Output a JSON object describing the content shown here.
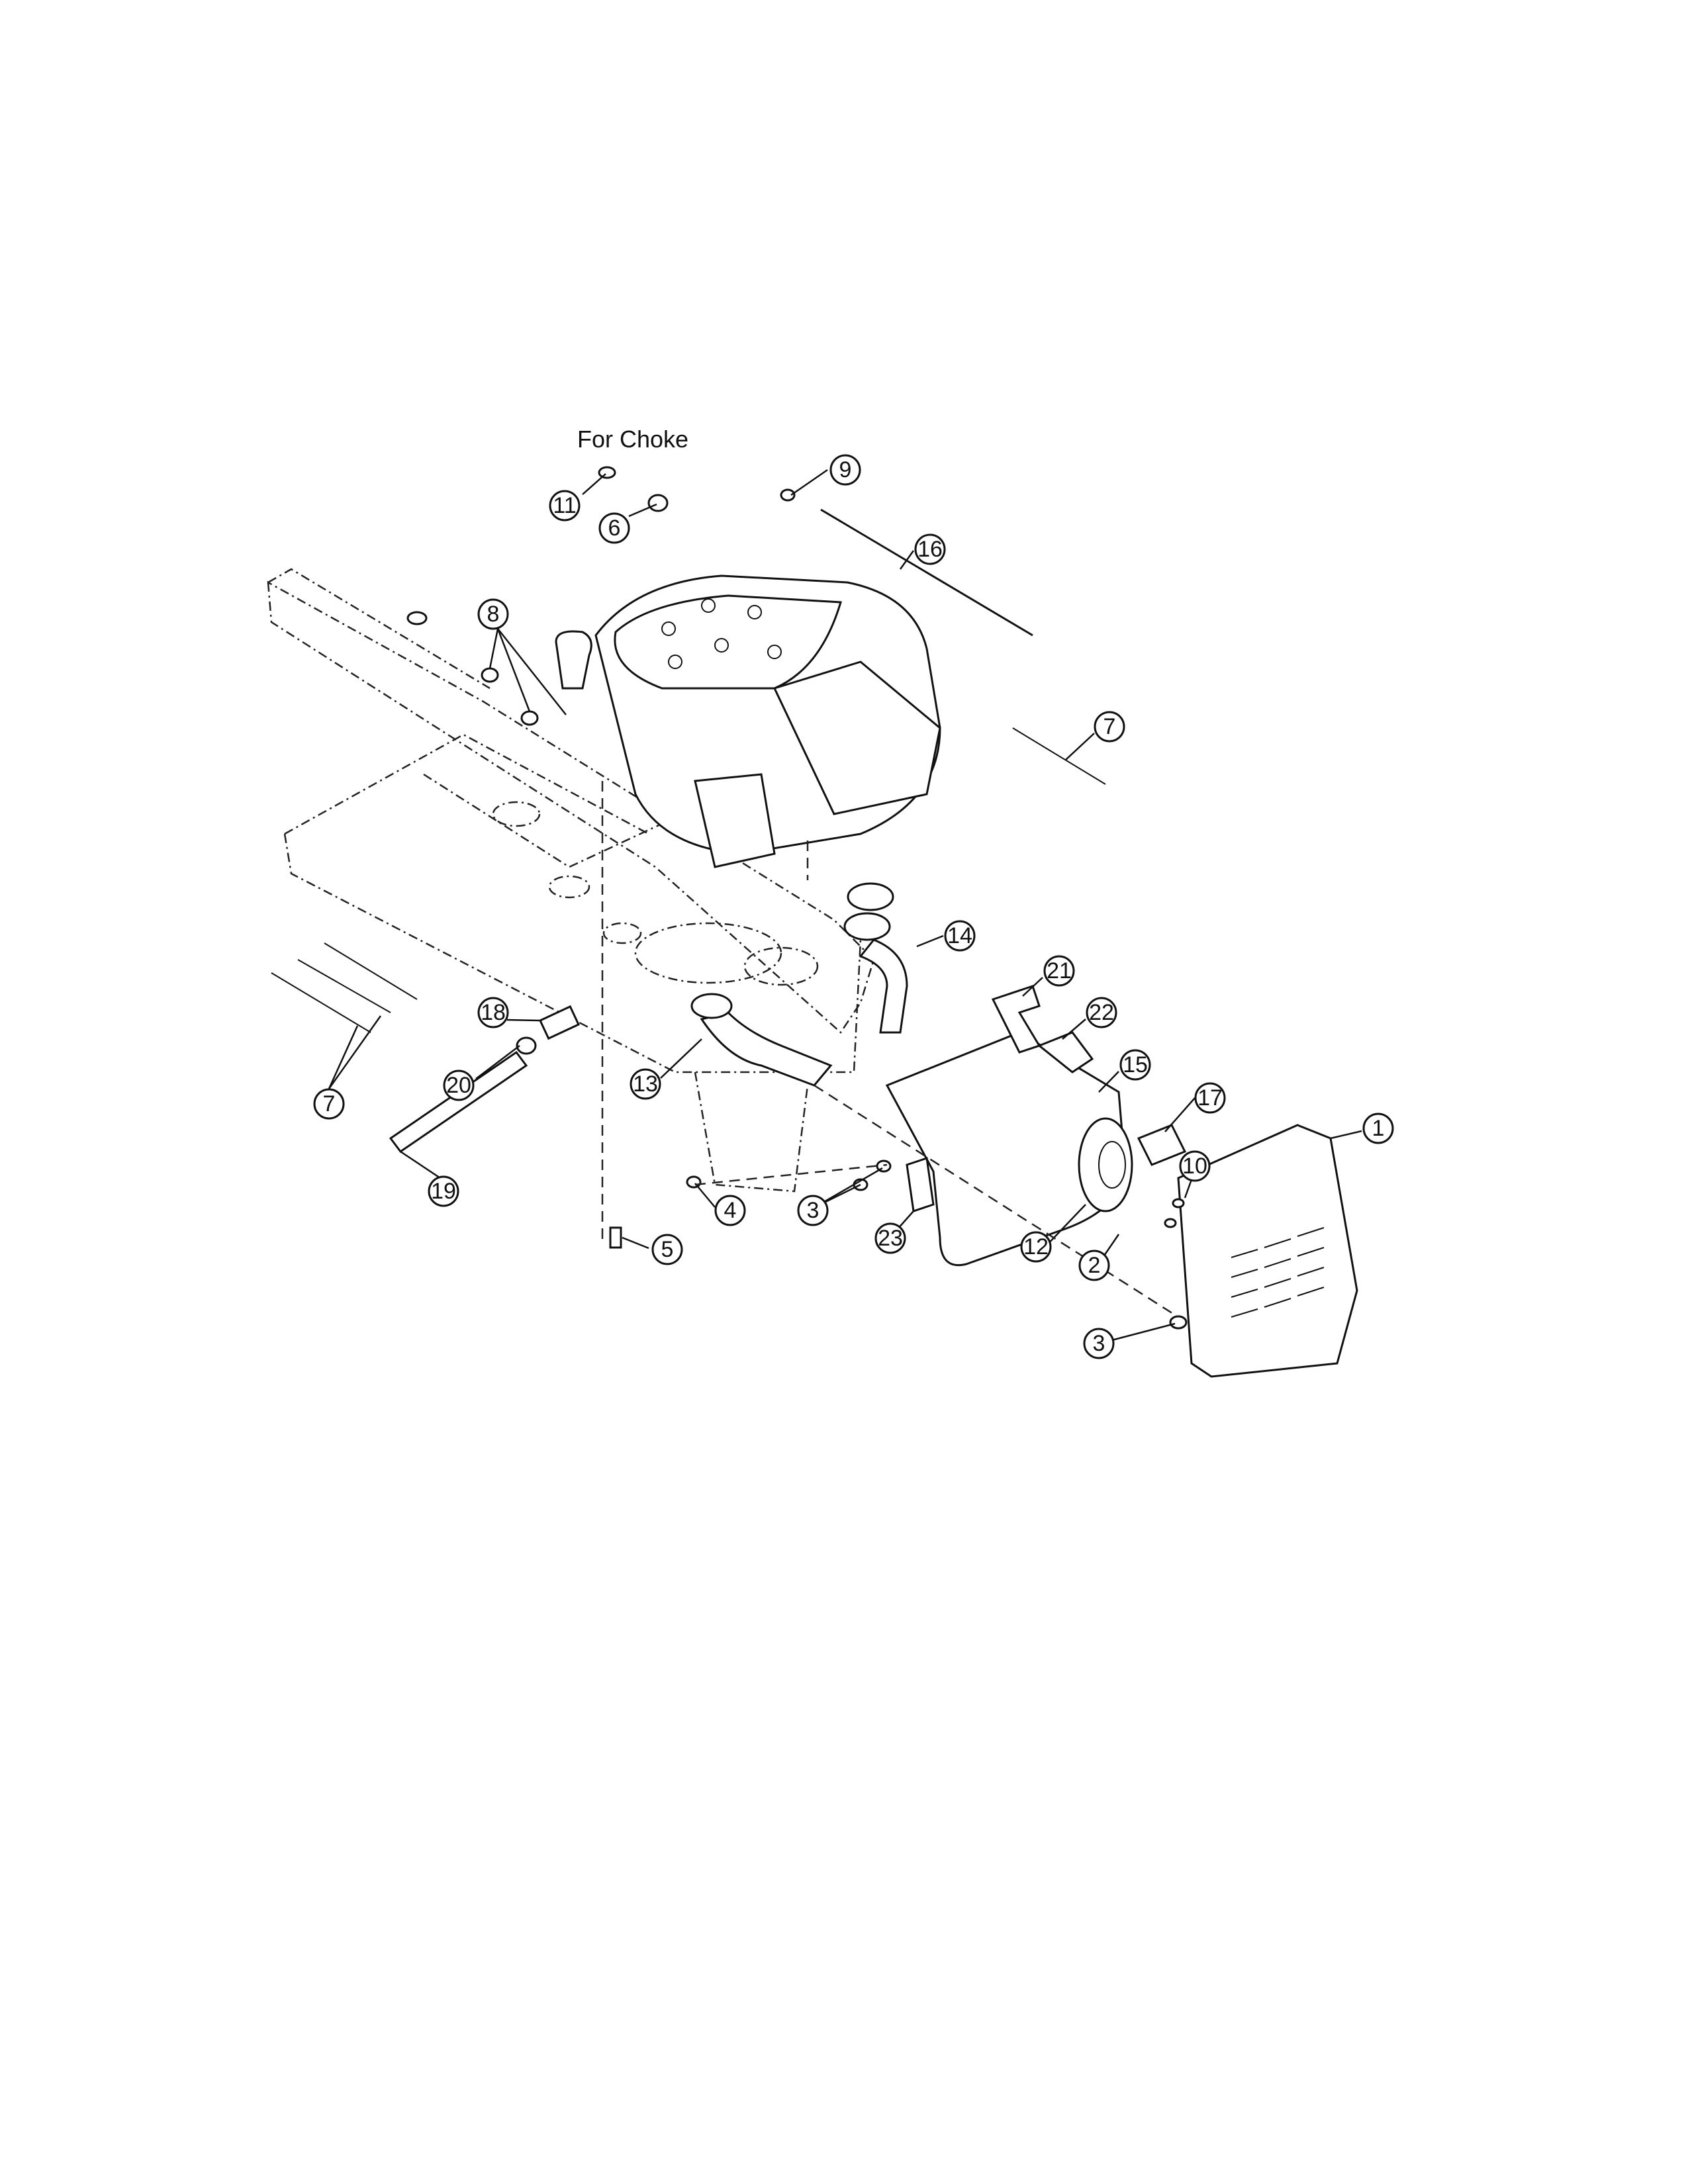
{
  "heading": "For Choke",
  "callouts": [
    {
      "id": "c11a",
      "label": "11"
    },
    {
      "id": "c6a",
      "label": "6"
    },
    {
      "id": "c9",
      "label": "9"
    },
    {
      "id": "c16",
      "label": "16"
    },
    {
      "id": "c8",
      "label": "8"
    },
    {
      "id": "c7a",
      "label": "7"
    },
    {
      "id": "c14",
      "label": "14"
    },
    {
      "id": "c21",
      "label": "21"
    },
    {
      "id": "c22",
      "label": "22"
    },
    {
      "id": "c18",
      "label": "18"
    },
    {
      "id": "c20",
      "label": "20"
    },
    {
      "id": "c7b",
      "label": "7"
    },
    {
      "id": "c13",
      "label": "13"
    },
    {
      "id": "c15",
      "label": "15"
    },
    {
      "id": "c17",
      "label": "17"
    },
    {
      "id": "c1",
      "label": "1"
    },
    {
      "id": "c10",
      "label": "10"
    },
    {
      "id": "c19",
      "label": "19"
    },
    {
      "id": "c4",
      "label": "4"
    },
    {
      "id": "c3a",
      "label": "3"
    },
    {
      "id": "c23",
      "label": "23"
    },
    {
      "id": "c12",
      "label": "12"
    },
    {
      "id": "c2",
      "label": "2"
    },
    {
      "id": "c5",
      "label": "5"
    },
    {
      "id": "c3b",
      "label": "3"
    }
  ]
}
